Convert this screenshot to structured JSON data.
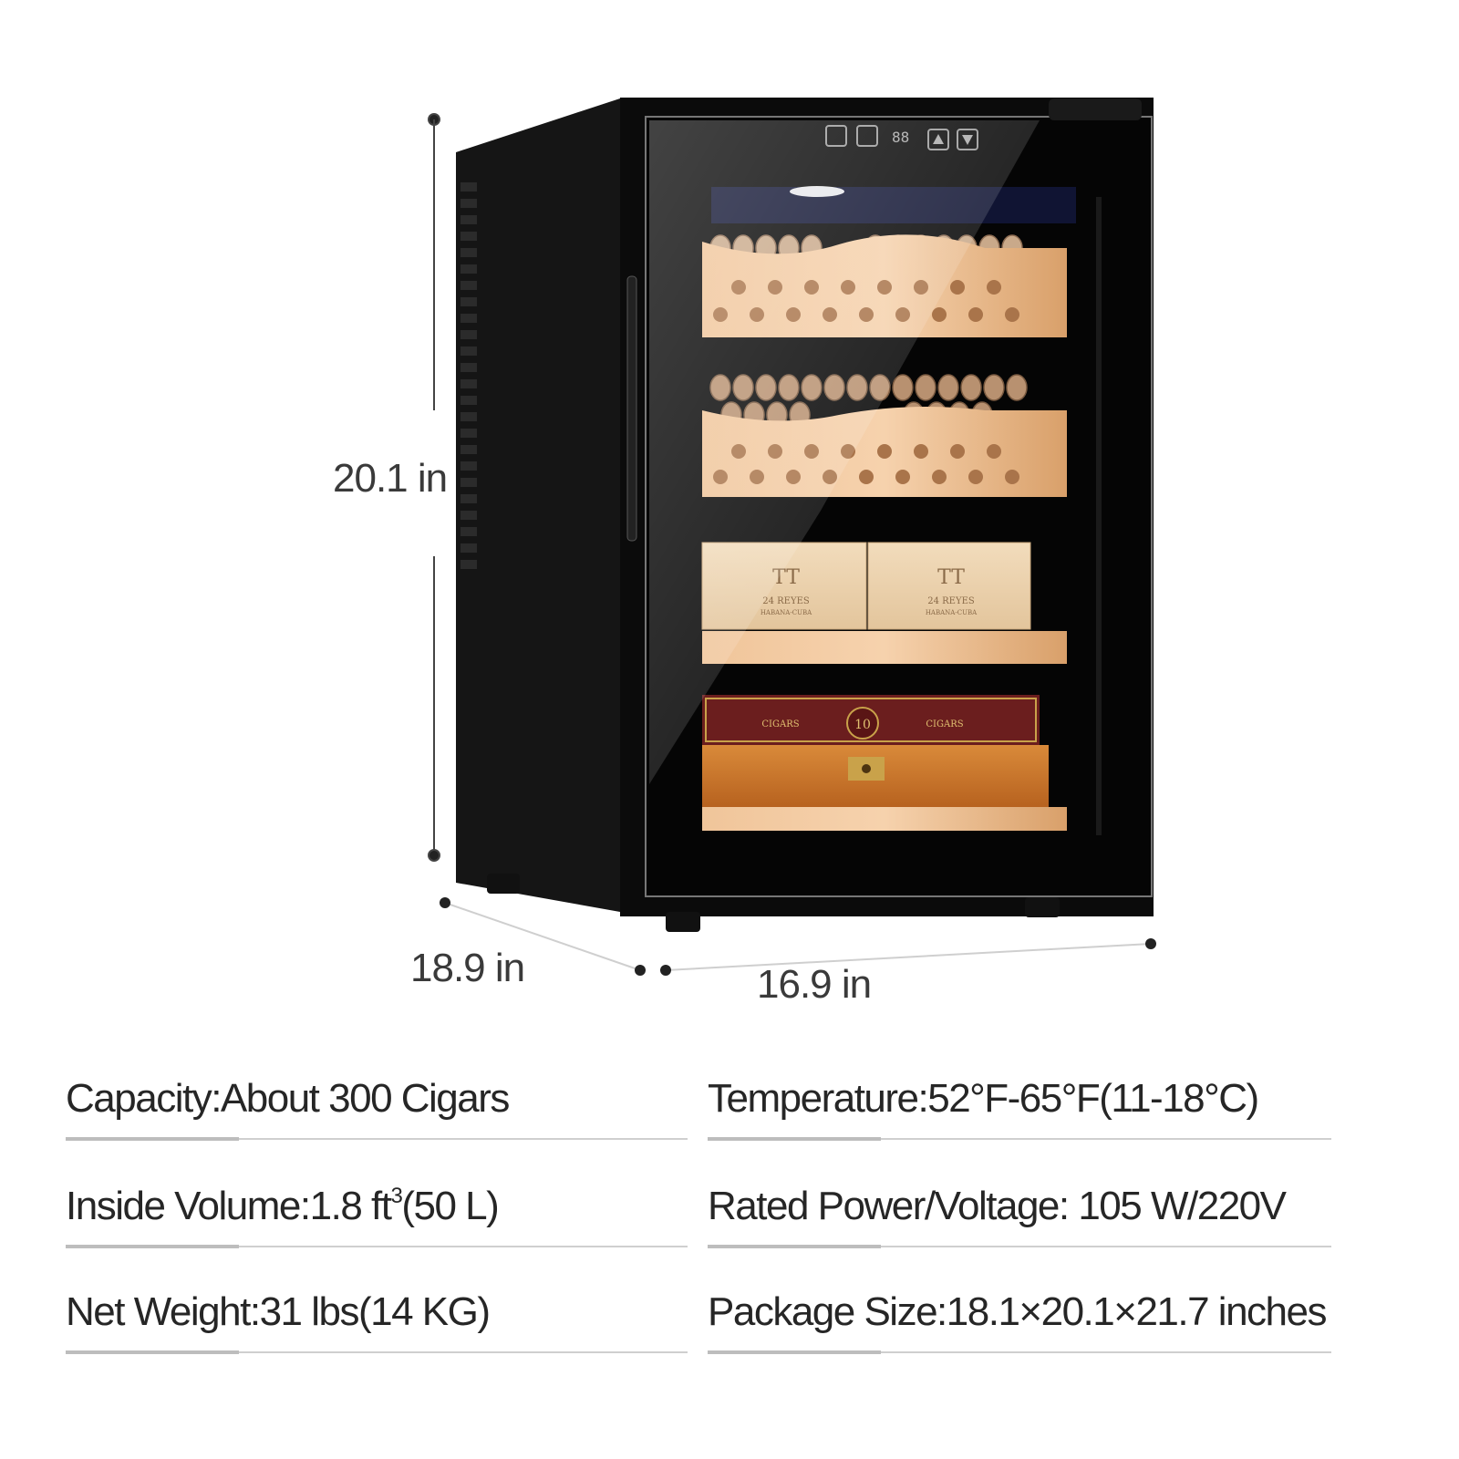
{
  "dimensions": {
    "height": "20.1 in",
    "depth": "18.9 in",
    "width": "16.9 in"
  },
  "product_panel": {
    "buttons": [
      "light-icon",
      "mode-icon",
      "up-arrow-icon",
      "down-arrow-icon"
    ],
    "display_text": "88",
    "box_brand": "24 REYES",
    "box_subtext": "HABANA-CUBA",
    "case_label": "CIGARS",
    "case_number": "10"
  },
  "specs": {
    "capacity": "Capacity:About 300 Cigars",
    "temperature": "Temperature:52°F-65°F(11-18°C)",
    "inside_volume_prefix": "Inside Volume:1.8 ft",
    "inside_volume_sup": "3",
    "inside_volume_suffix": "(50 L)",
    "rated_power": "Rated Power/Voltage: 105 W/220V",
    "net_weight": "Net Weight:31 lbs(14 KG)",
    "package_size": "Package Size:18.1×20.1×21.7 inches"
  },
  "colors": {
    "cabinet": "#0d0d0d",
    "wood": "#e8b889",
    "accent_line": "#bdbdbd"
  }
}
